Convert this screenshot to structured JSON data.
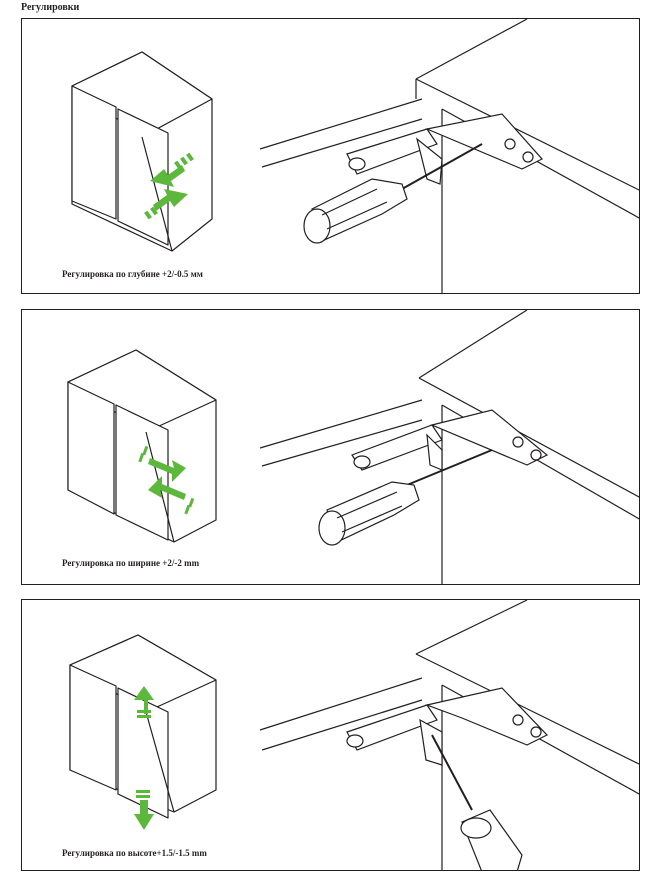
{
  "heading": "Регулировки",
  "panels": [
    {
      "caption": "Регулировка по глубине +2/-0.5 мм",
      "adjustment": "depth"
    },
    {
      "caption": "Регулировка по ширине +2/-2 mm",
      "adjustment": "width"
    },
    {
      "caption": "Регулировка по высоте+1.5/-1.5 mm",
      "adjustment": "height"
    }
  ],
  "colors": {
    "arrow": "#5cb83b",
    "line": "#231f20"
  }
}
